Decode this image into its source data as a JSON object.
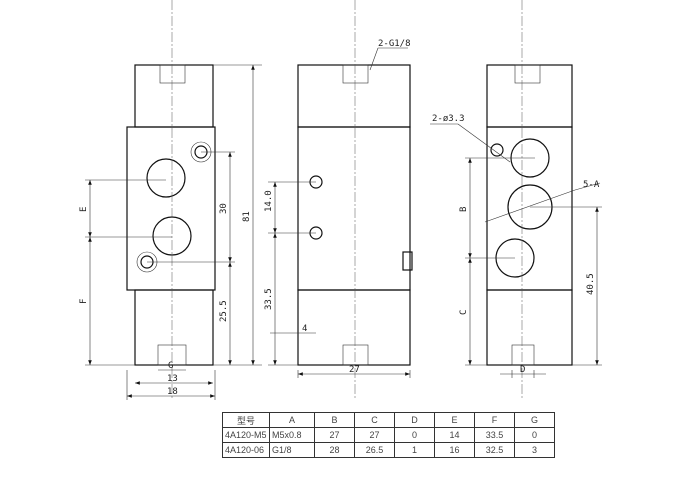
{
  "labels": {
    "g18": "2-G1/8",
    "d33": "2-ø3.3",
    "a5": "5-A",
    "E": "E",
    "F": "F",
    "d30": "30",
    "d25": "25.5",
    "d81": "81",
    "d140": "14.0",
    "d335": "33.5",
    "d4": "4",
    "d27": "27",
    "G": "G",
    "d13": "13",
    "d18": "18",
    "B": "B",
    "C": "C",
    "d405": "40.5",
    "D": "D"
  },
  "table": {
    "headers": [
      "型号",
      "A",
      "B",
      "C",
      "D",
      "E",
      "F",
      "G"
    ],
    "rows": [
      [
        "4A120-M5",
        "M5x0.8",
        "27",
        "27",
        "0",
        "14",
        "33.5",
        "0"
      ],
      [
        "4A120-06",
        "G1/8",
        "28",
        "26.5",
        "1",
        "16",
        "32.5",
        "3"
      ]
    ]
  }
}
